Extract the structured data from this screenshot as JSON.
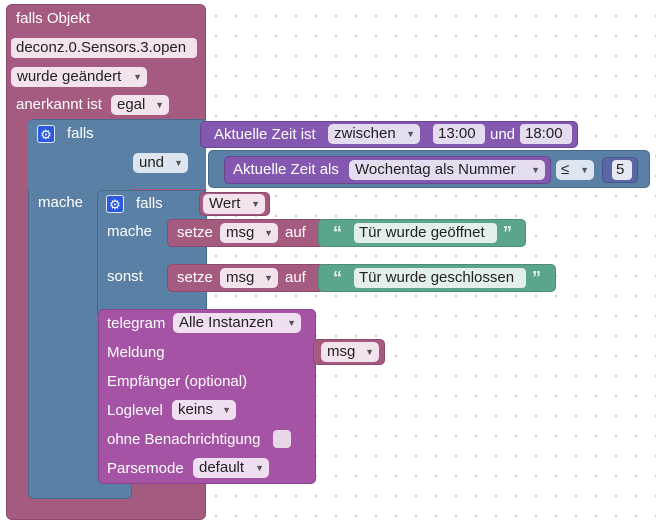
{
  "trigger": {
    "title": "falls Objekt",
    "object_id": "deconz.0.Sensors.3.open",
    "condition": "wurde geändert",
    "ack_label": "anerkannt ist",
    "ack_value": "egal"
  },
  "outer_if": {
    "if_label": "falls",
    "do_label": "mache",
    "and_label": "und"
  },
  "time_block": {
    "label": "Aktuelle Zeit ist",
    "mode": "zwischen",
    "start": "13:00",
    "and_label": "und",
    "end": "18:00"
  },
  "weekday_block": {
    "label": "Aktuelle Zeit als",
    "format": "Wochentag als Nummer",
    "operator": "≤",
    "value": "5"
  },
  "inner_if": {
    "if_label": "falls",
    "condition": "Wert",
    "do_label": "mache",
    "else_label": "sonst"
  },
  "set_open": {
    "set_label": "setze",
    "variable": "msg",
    "to_label": "auf",
    "text": "Tür wurde geöffnet"
  },
  "set_closed": {
    "set_label": "setze",
    "variable": "msg",
    "to_label": "auf",
    "text": "Tür wurde geschlossen"
  },
  "telegram": {
    "label": "telegram",
    "instance": "Alle Instanzen",
    "message_label": "Meldung",
    "message_var": "msg",
    "recipient_label": "Empfänger (optional)",
    "loglevel_label": "Loglevel",
    "loglevel": "keins",
    "silent_label": "ohne Benachrichtigung",
    "parsemode_label": "Parsemode",
    "parsemode": "default"
  },
  "colors": {
    "event": "#a55b80",
    "logic": "#5b80a5",
    "time": "#8457b0",
    "variable": "#a55b80",
    "text": "#5ba58c",
    "telegram": "#a553a5"
  }
}
